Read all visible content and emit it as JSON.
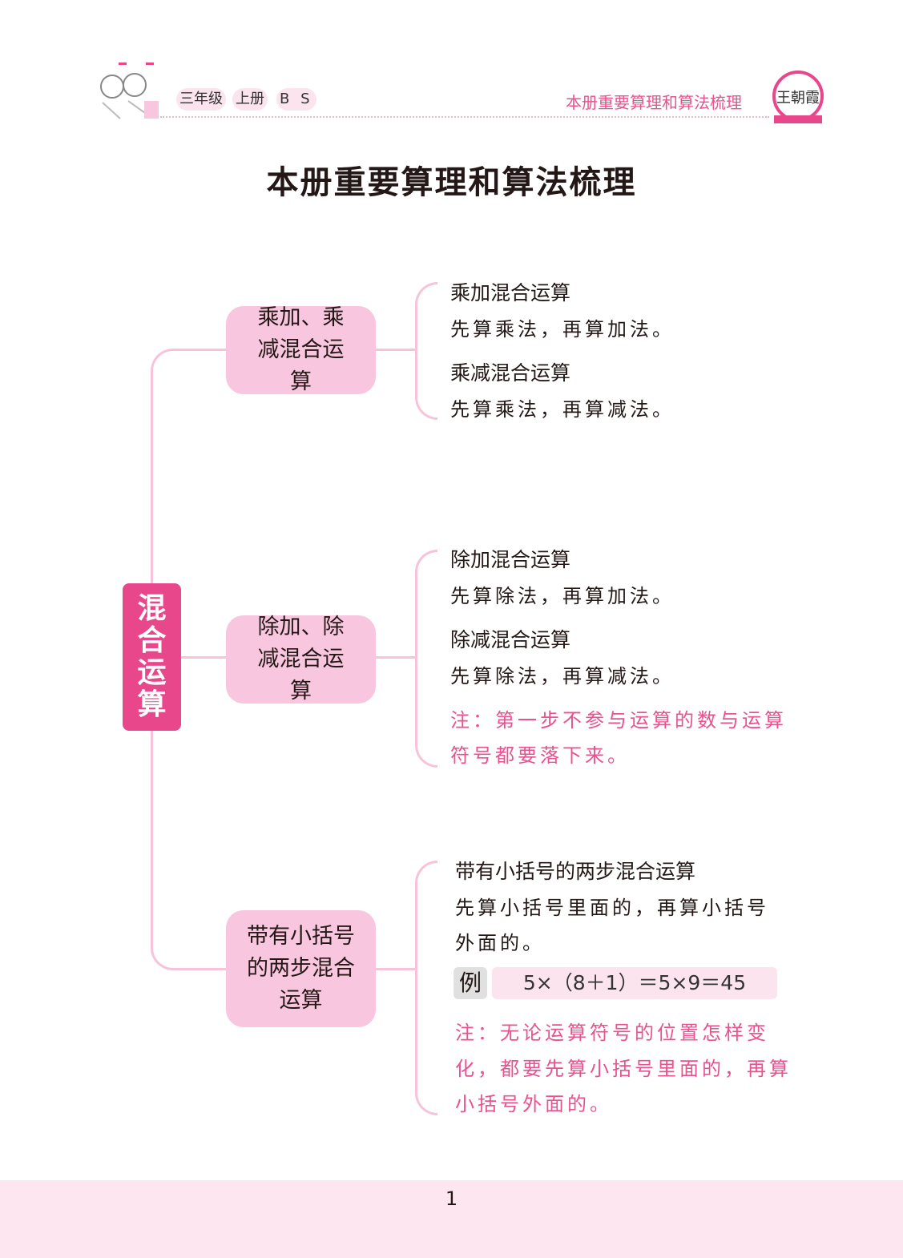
{
  "header": {
    "grade": "三年级",
    "volume": "上册",
    "edition": "B S",
    "section": "本册重要算理和算法梳理",
    "logo_text": "王朝霞"
  },
  "title": "本册重要算理和算法梳理",
  "root": "混合运算",
  "branches": [
    {
      "node": "乘加、乘减混合运算",
      "items": [
        {
          "heading": "乘加混合运算",
          "body": "先算乘法，再算加法。"
        },
        {
          "heading": "乘减混合运算",
          "body": "先算乘法，再算减法。"
        }
      ]
    },
    {
      "node": "除加、除减混合运算",
      "items": [
        {
          "heading": "除加混合运算",
          "body": "先算除法，再算加法。"
        },
        {
          "heading": "除减混合运算",
          "body": "先算除法，再算减法。"
        }
      ],
      "note": [
        "注：第一步不参与运算的数与运算",
        "符号都要落下来。"
      ]
    },
    {
      "node": "带有小括号的两步混合运算",
      "items": [
        {
          "heading": "带有小括号的两步混合运算",
          "body": [
            "先算小括号里面的，再算小括号",
            "外面的。"
          ]
        }
      ],
      "example": {
        "label": "例",
        "expr": "5×（8＋1）＝5×9＝45"
      },
      "note": [
        "注：无论运算符号的位置怎样变",
        "化，都要先算小括号里面的，再算",
        "小括号外面的。"
      ]
    }
  ],
  "page_number": "1",
  "colors": {
    "accent": "#e8478b",
    "node": "#f8c6de",
    "line": "#f7c3da",
    "note": "#e8528f",
    "footer": "#fde6f0"
  }
}
